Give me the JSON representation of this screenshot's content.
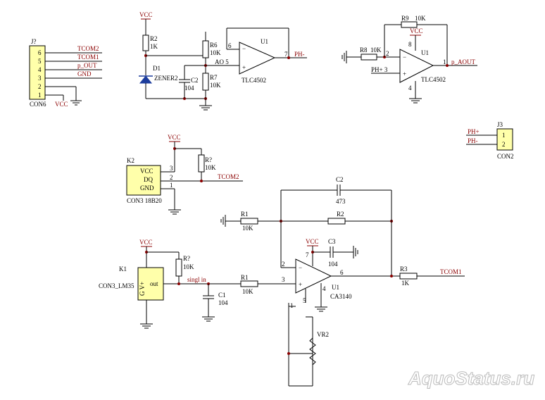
{
  "labels": {
    "vcc": "VCC",
    "r2": "R2",
    "r2_val": "1K",
    "d1": "D1",
    "d1_val": "ZENER2",
    "r6": "R6",
    "r6_val": "10K",
    "r7": "R7",
    "r7_val": "10K",
    "c2": "C2",
    "c2_val": "104",
    "ao5": "AO 5",
    "u1": "U1",
    "u1_part": "TLC4502",
    "pin6": "6",
    "pin7": "7",
    "ph_minus": "PH-",
    "minus": "−",
    "plus": "+",
    "r9": "R9",
    "r9_val": "10K",
    "r8": "R8",
    "r8_val": "10K",
    "ph_plus_3": "PH+  3",
    "pin2": "2",
    "pin8": "8",
    "pin4": "4",
    "pin1": "1",
    "p_aout": "p_AOUT",
    "u1b": "U1",
    "u1b_part": "TLC4502",
    "j7": "J?",
    "j7_pins": [
      "6",
      "5",
      "4",
      "3",
      "2",
      "1"
    ],
    "j7_nets": [
      "TCOM2",
      "TCOM1",
      "p_OUT",
      "GND"
    ],
    "con6": "CON6",
    "j3": "J3",
    "j3_pins": [
      "1",
      "2"
    ],
    "ph_plus": "PH+",
    "ph_minus2": "PH-",
    "con2": "CON2",
    "k2": "K2",
    "k2_pins": [
      "VCC",
      "DQ",
      "GND"
    ],
    "k2_nums": [
      "3",
      "2",
      "1"
    ],
    "con3_18b20": "CON3 18B20",
    "r_q": "R?",
    "r_q_val": "10K",
    "tcom2": "TCOM2",
    "k1": "K1",
    "k1_gv": "G  V+",
    "k1_out": "out",
    "con3_lm35": "CON3_LM35",
    "r_q2": "R?",
    "r_q2_val": "10K",
    "singl_in": "singl in",
    "c1": "C1",
    "c1_val": "104",
    "r1a": "R1",
    "r1a_val": "10K",
    "r1b": "R1",
    "r1b_val": "10K",
    "c2b": "C2",
    "c2b_val": "473",
    "r2b": "R2",
    "c3": "C3",
    "c3_val": "104",
    "pin7b": "7",
    "pin2b": "2",
    "pin3b": "3",
    "pin6b": "6",
    "pin4b": "4",
    "pin5b": "5",
    "pin1b": "1",
    "u1c": "U1",
    "u1c_part": "CA3140",
    "r3": "R3",
    "r3_val": "1K",
    "tcom1": "TCOM1",
    "vr2": "VR2",
    "watermark": "AquoStatus.ru"
  }
}
